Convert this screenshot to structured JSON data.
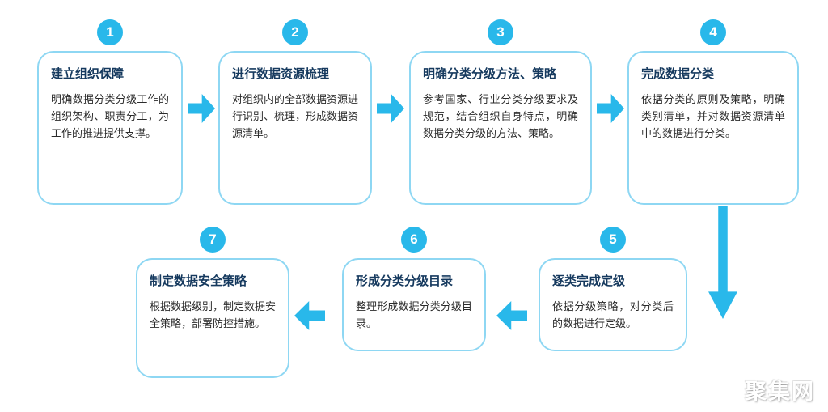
{
  "colors": {
    "accent": "#29b8ea",
    "box_border": "#8ed7f3",
    "title": "#15395e",
    "body": "#2b2b2b"
  },
  "steps": [
    {
      "number": "1",
      "title": "建立组织保障",
      "body": "明确数据分类分级工作的组织架构、职责分工，为工作的推进提供支撑。"
    },
    {
      "number": "2",
      "title": "进行数据资源梳理",
      "body": "对组织内的全部数据资源进行识别、梳理，形成数据资源清单。"
    },
    {
      "number": "3",
      "title": "明确分类分级方法、策略",
      "body": "参考国家、行业分类分级要求及规范，结合组织自身特点，明确数据分类分级的方法、策略。"
    },
    {
      "number": "4",
      "title": "完成数据分类",
      "body": "依据分类的原则及策略，明确类别清单，并对数据资源清单中的数据进行分类。"
    },
    {
      "number": "5",
      "title": "逐类完成定级",
      "body": "依据分级策略，对分类后的数据进行定级。"
    },
    {
      "number": "6",
      "title": "形成分类分级目录",
      "body": "整理形成数据分类分级目录。"
    },
    {
      "number": "7",
      "title": "制定数据安全策略",
      "body": "根据数据级别，制定数据安全策略，部署防控措施。"
    }
  ],
  "watermark": "聚集网"
}
